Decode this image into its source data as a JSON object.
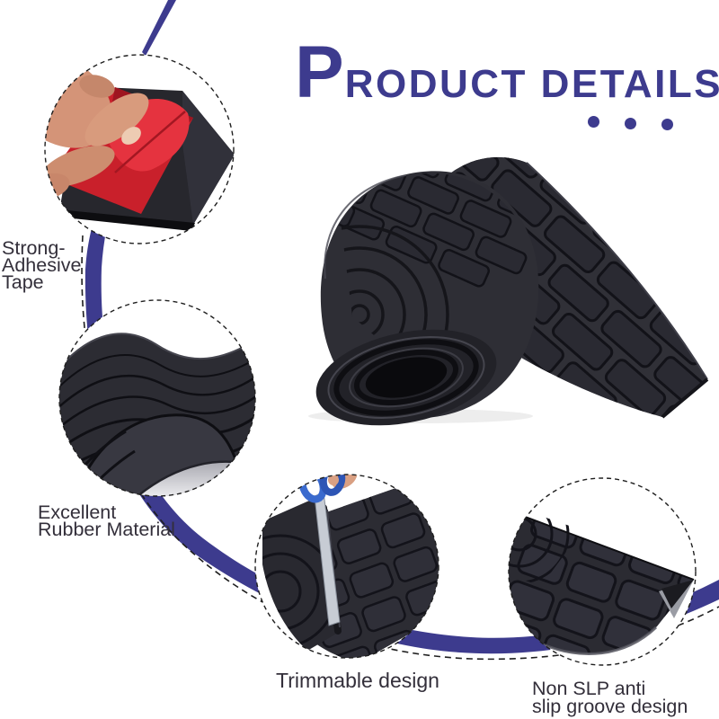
{
  "header": {
    "title_initial": "P",
    "title_rest": "RODUCT DETAILS",
    "decor_dots_count": 3
  },
  "colors": {
    "accent_navy": "#3d3b8e",
    "label_text": "#332f3a",
    "tape_red": "#c9202b",
    "tape_red_bright": "#e5333f",
    "scissors_blue": "#3a6ace",
    "mat_black": "#2b2b32"
  },
  "features": [
    {
      "id": "strong-adhesive-tape",
      "lines": [
        "Strong-",
        "Adhesive",
        "Tape"
      ]
    },
    {
      "id": "excellent-rubber-material",
      "lines": [
        "Excellent",
        "Rubber Material"
      ]
    },
    {
      "id": "trimmable-design",
      "lines": [
        "Trimmable design"
      ]
    },
    {
      "id": "non-slip-groove-design",
      "lines": [
        "Non SLP anti",
        "slip groove design"
      ]
    }
  ],
  "illustrations": [
    "hand-peeling-adhesive-tape-photo",
    "wavy-rubber-sheet-photo",
    "rolled-rubber-mat-photo",
    "scissors-trimming-mat-photo",
    "anti-slip-groove-corner-photo"
  ]
}
